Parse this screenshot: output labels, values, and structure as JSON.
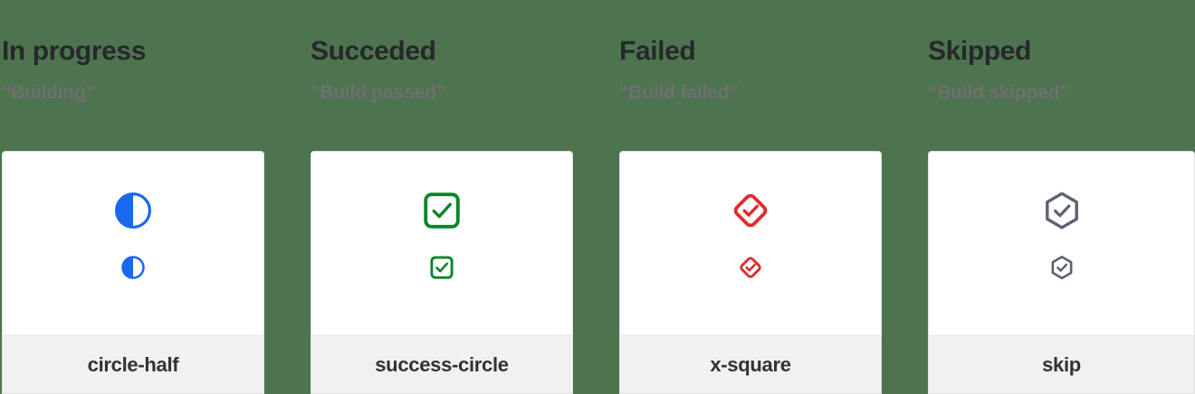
{
  "page": {
    "background_color": "#4d744f",
    "card_background": "#ffffff",
    "card_footer_background": "#f1f1f1",
    "card_border_color": "#e2e2e2",
    "heading_color": "#26282b",
    "subheading_color": "#6f6f6f",
    "label_color": "#303236"
  },
  "columns": [
    {
      "heading": "In progress",
      "subheading": "“Building”",
      "icon_name": "circle-half-icon",
      "icon_color": "#1a68f0",
      "card_label": "circle-half"
    },
    {
      "heading": "Succeded",
      "subheading": "“Build passed”",
      "icon_name": "check-square-icon",
      "icon_color": "#088528",
      "card_label": "success-circle"
    },
    {
      "heading": "Failed",
      "subheading": "“Build failed”",
      "icon_name": "check-diamond-icon",
      "icon_color": "#e02b2b",
      "card_label": "x-square"
    },
    {
      "heading": "Skipped",
      "subheading": "“Build skipped”",
      "icon_name": "check-hexagon-icon",
      "icon_color": "#5c6270",
      "card_label": "skip"
    }
  ]
}
